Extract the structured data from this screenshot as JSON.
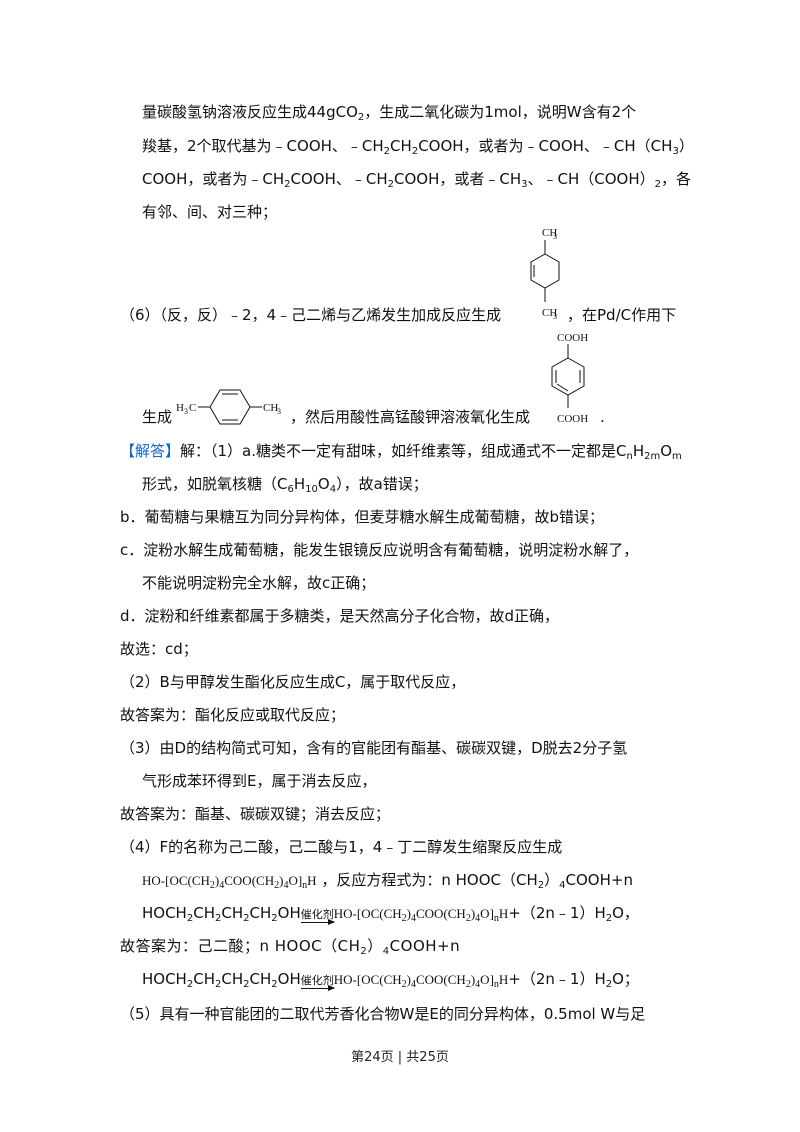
{
  "lines": {
    "l1": "量碳酸氢钠溶液反应生成44gCO",
    "l1_sub": "2",
    "l1_tail": "，生成二氧化碳为1mol，说明W含有2个",
    "l2a": "羧基，2个取代基为﹣COOH、﹣CH",
    "l2b": "CH",
    "l2c": "COOH，或者为﹣COOH、﹣CH（CH",
    "l2d": "）",
    "l3a": "COOH，或者为﹣CH",
    "l3b": "COOH、﹣CH",
    "l3c": "COOH，或者﹣CH",
    "l3d": "、﹣CH（COOH）",
    "l3e": "，各",
    "l4": "有邻、间、对三种；",
    "l5a": "（6）（反，反）﹣2，4﹣己二烯与乙烯发生加成反应生成",
    "l5b": "，在Pd/C作用下",
    "l6a": "生成",
    "l6b": "，然后用酸性高锰酸钾溶液氧化生成",
    "l6c": ".",
    "ans_tag": "【解答】",
    "ans_a": "解：（1）a.糖类不一定有甜味，如纤维素等，组成通式不一定都是C",
    "ans_n": "n",
    "ans_h": "H",
    "ans_2m": "2m",
    "ans_o": "O",
    "ans_m": "m",
    "l8a": "形式，如脱氧核糖（C",
    "l8b": "H",
    "l8c": "O",
    "l8d": "），故a错误；",
    "l9": "b．葡萄糖与果糖互为同分异构体，但麦芽糖水解生成葡萄糖，故b错误；",
    "l10": "c．淀粉水解生成葡萄糖，能发生银镜反应说明含有葡萄糖，说明淀粉水解了，",
    "l11": "不能说明淀粉完全水解，故c正确；",
    "l12": "d．淀粉和纤维素都属于多糖类，是天然高分子化合物，故d正确，",
    "l13": "故选：cd；",
    "l14": "（2）B与甲醇发生酯化反应生成C，属于取代反应，",
    "l15": "故答案为：酯化反应或取代反应；",
    "l16": "（3）由D的结构简式可知，含有的官能团有酯基、碳碳双键，D脱去2分子氢",
    "l17": "气形成苯环得到E，属于消去反应，",
    "l18": "故答案为：酯基、碳碳双键；消去反应；",
    "l19": "（4）F的名称为己二酸，己二酸与1，4﹣丁二醇发生缩聚反应生成",
    "l20a": "，反应方程式为：n HOOC（CH",
    "l20b": "）",
    "l20c": "COOH+n",
    "l21a": "HOCH",
    "l21b": "CH",
    "l21c": "OH",
    "l21d": "+（2n﹣1）H",
    "l21e": "O，",
    "l22a": "故答案为：己二酸；n HOOC（CH",
    "l22b": "）",
    "l22c": "COOH+n",
    "l23e": "O；",
    "l24": "（5）具有一种官能团的二取代芳香化合物W是E的同分异构体，0.5mol W与足",
    "catalyst": "催化剂",
    "polymer_ho": "HO",
    "polymer_body": "OC(CH",
    "polymer_mid": ")",
    "polymer_coo": "COO(CH",
    "polymer_end": ")",
    "polymer_o": "O",
    "polymer_n": "n",
    "polymer_h": "H",
    "sub2": "2",
    "sub3": "3",
    "sub4": "4",
    "sub6": "6",
    "sub10": "10"
  },
  "structures": {
    "cyclohexene_top": "CH",
    "cyclohexene_bottom": "CH",
    "xylene_left": "H",
    "xylene_left2": "C",
    "xylene_right": "CH",
    "acid_top": "COOH",
    "acid_bottom": "COOH"
  },
  "footer": "第24页 | 共25页"
}
